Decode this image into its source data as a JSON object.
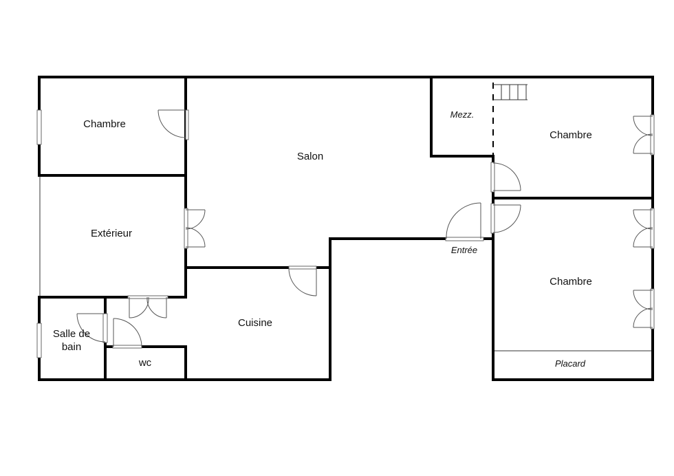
{
  "rooms": {
    "chambre_nw": "Chambre",
    "salon": "Salon",
    "mezzanine": "Mezz.",
    "chambre_ne": "Chambre",
    "exterieur": "Extérieur",
    "entree": "Entrée",
    "chambre_e": "Chambre",
    "salle_de_bain_line1": "Salle de",
    "salle_de_bain_line2": "bain",
    "cuisine": "Cuisine",
    "wc": "wc",
    "placard": "Placard"
  },
  "colors": {
    "walls": "#000000",
    "background": "#ffffff",
    "door_leaf": "#555555"
  },
  "icons": [
    "door-swing-icon",
    "double-door-icon",
    "window-icon",
    "stairs-icon"
  ]
}
